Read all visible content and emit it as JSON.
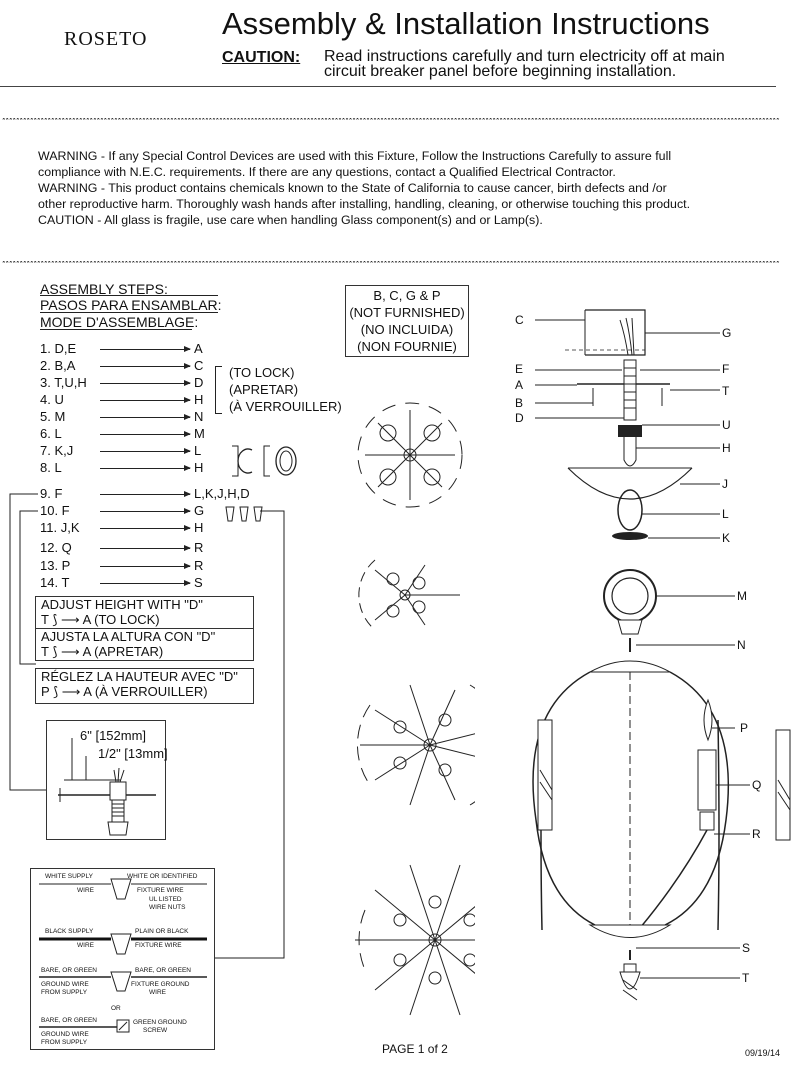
{
  "header": {
    "logo": "ROSETO",
    "title": "Assembly & Installation Instructions",
    "caution_label": "CAUTION:",
    "caution_line1": "Read instructions carefully and turn electricity off at main",
    "caution_line2": "circuit breaker panel before beginning installation."
  },
  "warnings": [
    "WARNING - If any Special Control Devices are used with this Fixture, Follow the Instructions Carefully to assure full",
    "compliance with N.E.C. requirements. If there are any questions, contact a Qualified Electrical Contractor.",
    "WARNING -  This product contains chemicals known to the State of California to cause cancer, birth defects and /or",
    "other reproductive harm.  Thoroughly wash hands after installing, handling, cleaning, or otherwise touching this product.",
    "CAUTION - All glass is fragile, use care when handling Glass component(s) and or Lamp(s)."
  ],
  "steps_title": [
    "ASSEMBLY STEPS:",
    "PASOS PARA ENSAMBLAR:",
    "MODE D'ASSEMBLAGE:"
  ],
  "not_furnished": [
    "B, C, G & P",
    "(NOT FURNISHED)",
    "(NO INCLUIDA)",
    "(NON FOURNIE)"
  ],
  "steps": [
    {
      "n": "1. D,E",
      "to": "A"
    },
    {
      "n": "2. B,A",
      "to": "C"
    },
    {
      "n": "3. T,U,H",
      "to": "D"
    },
    {
      "n": "4. U",
      "to": "H"
    },
    {
      "n": "5. M",
      "to": "N"
    },
    {
      "n": "6. L",
      "to": "M"
    },
    {
      "n": "7. K,J",
      "to": "L"
    },
    {
      "n": "8. L",
      "to": "H"
    },
    {
      "n": "9. F",
      "to": "L,K,J,H,D"
    },
    {
      "n": "10. F",
      "to": "G"
    },
    {
      "n": "11. J,K",
      "to": "H"
    },
    {
      "n": "12. Q",
      "to": "R"
    },
    {
      "n": "13. P",
      "to": "R"
    },
    {
      "n": "14. T",
      "to": "S"
    }
  ],
  "lock_labels": [
    "(TO LOCK)",
    "(APRETAR)",
    "(À VERROUILLER)"
  ],
  "adjust": [
    {
      "title": "ADJUST HEIGHT WITH \"D\"",
      "line": "T",
      "res": "A (TO LOCK)"
    },
    {
      "title": "AJUSTA LA ALTURA CON \"D\"",
      "line": "T",
      "res": "A (APRETAR)"
    },
    {
      "title": "RÉGLEZ LA HAUTEUR AVEC \"D\"",
      "line": "P",
      "res": "A (À VERROUILLER)"
    }
  ],
  "dims": [
    "6\" [152mm]",
    "1/2\" [13mm]"
  ],
  "wiring": {
    "white_supply": "WHITE SUPPLY",
    "wire1": "WIRE",
    "white_ident": "WHITE OR IDENTIFIED",
    "fixture_wire1": "FIXTURE WIRE",
    "nuts": "UL LISTED",
    "nuts2": "WIRE NUTS",
    "black_supply": "BLACK SUPPLY",
    "wire2": "WIRE",
    "plain_black": "PLAIN OR BLACK",
    "fixture_wire2": "FIXTURE WIRE",
    "bare1": "BARE, OR GREEN",
    "ground1": "GROUND WIRE",
    "from1": "FROM SUPPLY",
    "bare2": "BARE, OR GREEN",
    "fixture_ground": "FIXTURE GROUND",
    "wire3": "WIRE",
    "or": "OR",
    "bare3": "BARE, OR GREEN",
    "ground2": "GROUND WIRE",
    "from2": "FROM SUPPLY",
    "green_screw": "GREEN GROUND",
    "screw": "SCREW"
  },
  "part_labels": {
    "C": "C",
    "G": "G",
    "E": "E",
    "F": "F",
    "A": "A",
    "T": "T",
    "B": "B",
    "D": "D",
    "U": "U",
    "H": "H",
    "J": "J",
    "L": "L",
    "K": "K",
    "M": "M",
    "N": "N",
    "P": "P",
    "Q": "Q",
    "R": "R",
    "S": "S",
    "T2": "T"
  },
  "footer": {
    "page": "PAGE  1  of  2",
    "date": "09/19/14"
  }
}
